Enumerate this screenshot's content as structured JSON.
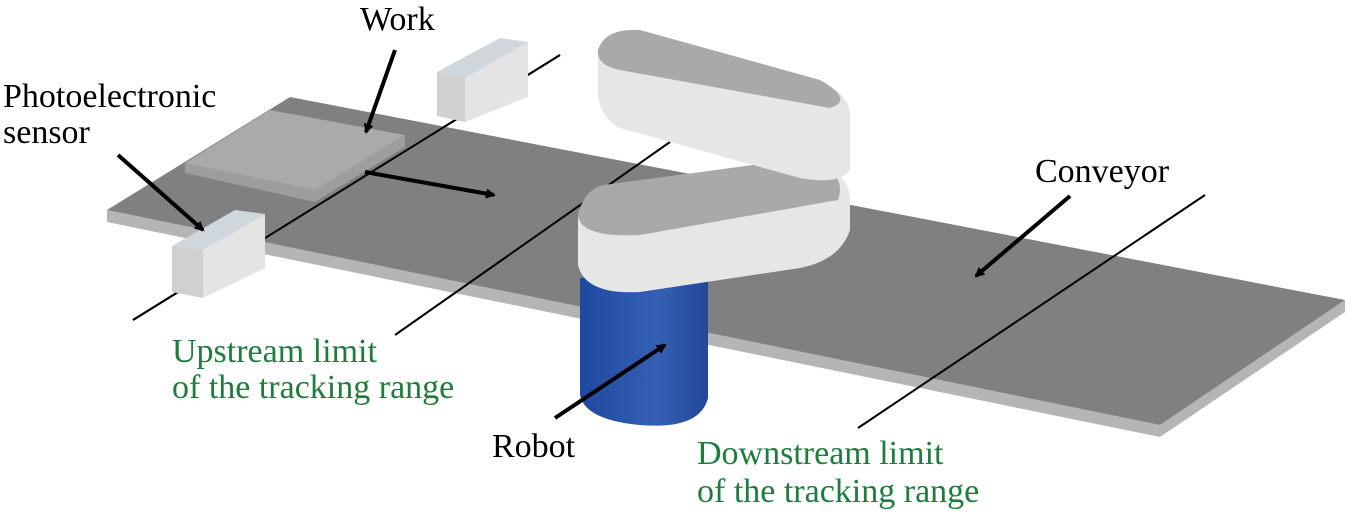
{
  "labels": {
    "work": "Work",
    "sensor_line1": "Photoelectronic",
    "sensor_line2": "sensor",
    "conveyor": "Conveyor",
    "upstream_line1": "Upstream limit",
    "upstream_line2": "of the tracking range",
    "robot": "Robot",
    "downstream_line1": "Downstream limit",
    "downstream_line2": "of the tracking range"
  },
  "colors": {
    "label_text": "#000000",
    "limit_text": "#1e7d3c",
    "conveyor_top": "#7f8082",
    "conveyor_edge": "#b4b5b7",
    "robot_base": "#2c55a8",
    "robot_arm": "#e6e6e6"
  }
}
